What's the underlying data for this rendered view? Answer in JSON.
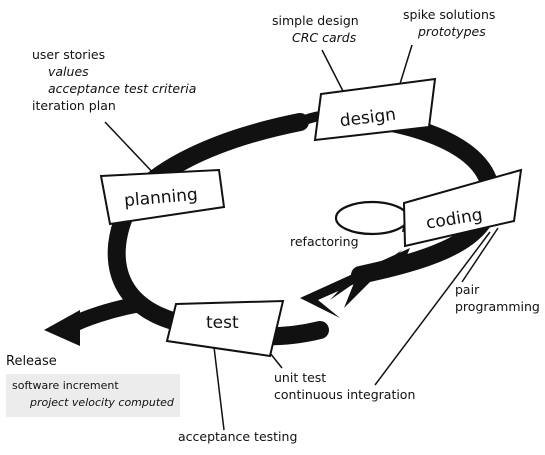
{
  "stages": {
    "planning": "planning",
    "design": "design",
    "coding": "coding",
    "test": "test"
  },
  "planning_notes": {
    "line1": "user stories",
    "line2": "values",
    "line3": "acceptance test criteria",
    "line4": "iteration plan"
  },
  "design_notes": {
    "line1": "simple design",
    "line2": "CRC cards"
  },
  "spike_notes": {
    "line1": "spike solutions",
    "line2": "prototypes"
  },
  "refactoring": "refactoring",
  "pair_programming": {
    "line1": "pair",
    "line2": "programming"
  },
  "unit_test_notes": {
    "line1": "unit test",
    "line2": "continuous integration"
  },
  "acceptance_testing": "acceptance testing",
  "release": {
    "title": "Release",
    "line1": "software increment",
    "line2": "project velocity computed"
  },
  "colors": {
    "loop": "#111111",
    "box_fill": "#ffffff",
    "release_panel": "#ececec"
  }
}
